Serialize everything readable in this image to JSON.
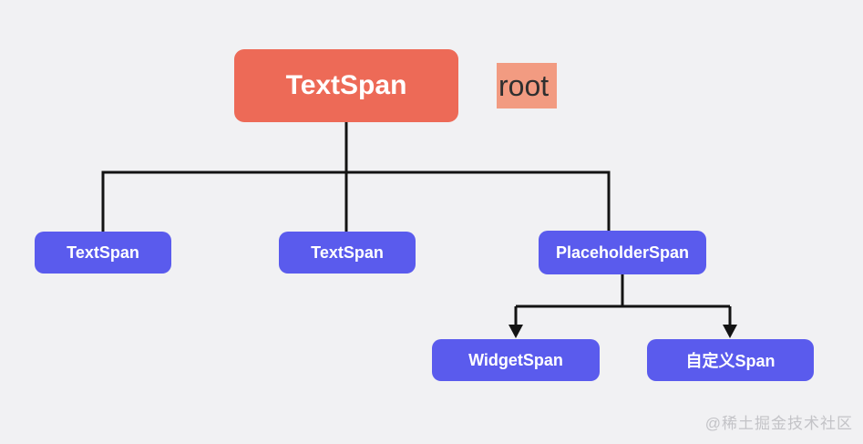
{
  "diagram": {
    "title_hint": "TextSpan tree structure",
    "nodes": {
      "root": {
        "label": "TextSpan"
      },
      "root_annotation": "root",
      "level1": [
        {
          "label": "TextSpan"
        },
        {
          "label": "TextSpan"
        },
        {
          "label": "PlaceholderSpan"
        }
      ],
      "level2": [
        {
          "label": "WidgetSpan"
        },
        {
          "label": "自定义Span"
        }
      ]
    },
    "watermark": "@稀土掘金技术社区"
  },
  "colors": {
    "background": "#f1f1f3",
    "root_node": "#ed6a57",
    "annotation_bg": "#f29b81",
    "annotation_text": "#2f2f2f",
    "child_node": "#5a5bed",
    "node_text": "#ffffff",
    "connector": "#131313",
    "watermark": "#c3c3c7"
  }
}
